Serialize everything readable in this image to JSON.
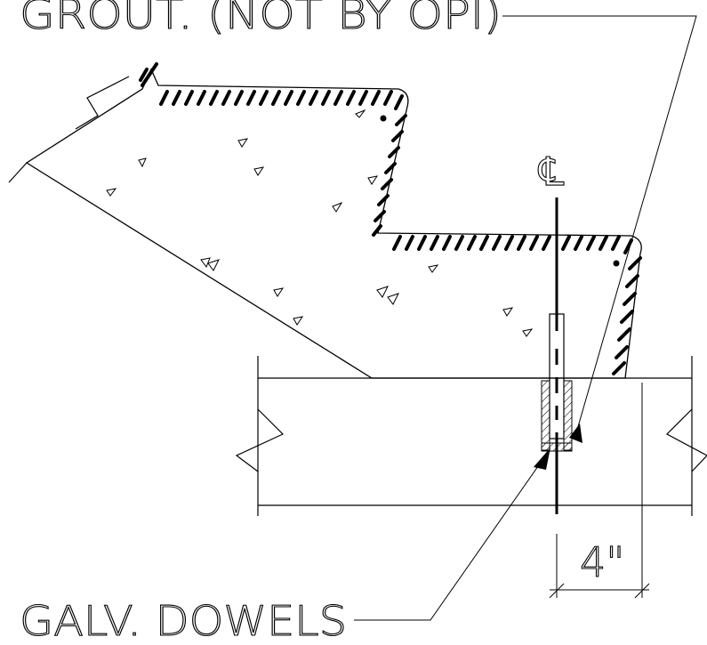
{
  "labels": {
    "grout_note": "GROUT. (NOT BY OPI)",
    "dowels_note": "GALV. DOWELS",
    "centerline_symbol": "℄",
    "dimension": "4\""
  },
  "colors": {
    "line": "#000000",
    "background": "#ffffff",
    "hatch_fill": "#ffffff"
  }
}
